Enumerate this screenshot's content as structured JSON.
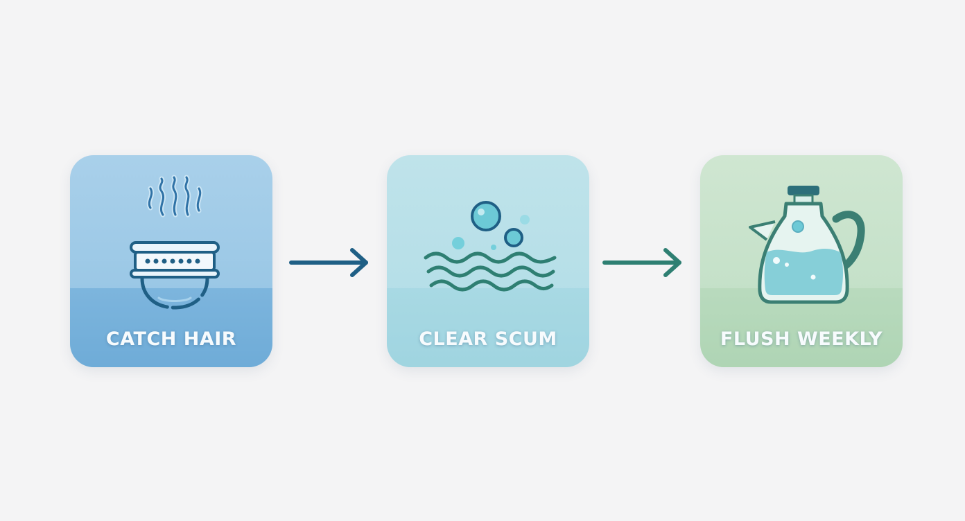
{
  "steps": [
    {
      "label": "CATCH HAIR",
      "icon": "drain-strainer-icon"
    },
    {
      "label": "CLEAR SCUM",
      "icon": "water-bubbles-icon"
    },
    {
      "label": "FLUSH WEEKLY",
      "icon": "kettle-icon"
    }
  ],
  "connectors": [
    {
      "icon": "arrow-right-icon",
      "color": "#1f5f85"
    },
    {
      "icon": "arrow-right-icon",
      "color": "#2e7f72"
    }
  ],
  "colors": {
    "background": "#f4f4f5",
    "card_1": "#9bc8e6",
    "card_2": "#b6dfe8",
    "card_3": "#c5e1c9",
    "icon_dark_blue": "#1f5f85",
    "icon_teal": "#2e7f72",
    "bubble_fill": "#6cc9d6"
  }
}
